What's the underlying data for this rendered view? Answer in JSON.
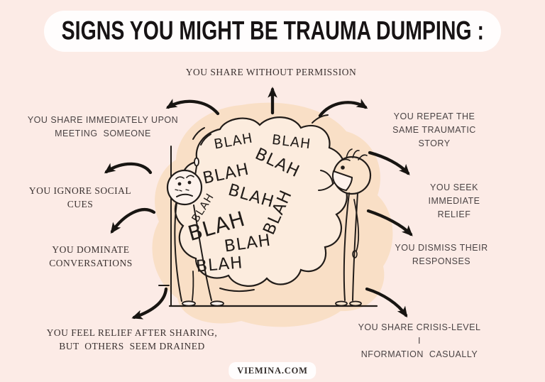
{
  "header": {
    "title": "SIGNS YOU MIGHT BE TRAUMA DUMPING :"
  },
  "signs": [
    {
      "id": "share-without-permission",
      "label": "YOU SHARE WITHOUT PERMISSION"
    },
    {
      "id": "share-immediately-upon-meeting",
      "label": "YOU SHARE IMMEDIATELY UPON\nMEETING  SOMEONE"
    },
    {
      "id": "repeat-same-traumatic-story",
      "label": "YOU REPEAT THE SAME TRAUMATIC\nSTORY"
    },
    {
      "id": "ignore-social-cues",
      "label": "YOU IGNORE SOCIAL\nCUES"
    },
    {
      "id": "seek-immediate-relief",
      "label": "YOU SEEK IMMEDIATE\nRELIEF"
    },
    {
      "id": "dominate-conversations",
      "label": "YOU DOMINATE\nCONVERSATIONS"
    },
    {
      "id": "dismiss-their-responses",
      "label": "YOU DISMISS THEIR\nRESPONSES"
    },
    {
      "id": "relief-but-others-drained",
      "label": "YOU FEEL RELIEF AFTER SHARING,\nBUT  OTHERS  SEEM DRAINED"
    },
    {
      "id": "crisis-level-info-casually",
      "label": "YOU SHARE CRISIS-LEVEL  I\nNFORMATION  CASUALLY"
    }
  ],
  "bubble": {
    "words": [
      "BLAH",
      "BLAH",
      "BLAH",
      "BLAH",
      "BLAH",
      "BLAH",
      "BLAH",
      "BLAH",
      "BLAH",
      "BLAH"
    ]
  },
  "footer": {
    "site": "VIEMINA.COM"
  },
  "colors": {
    "background": "#fcebe6",
    "banner": "#fffdfd",
    "title_text": "#171314",
    "serif_label_text": "#3a3130",
    "sans_label_text": "#4a4344",
    "ink": "#211c19",
    "blob": "#f9dfc6",
    "speaker_head": "#fae3cb",
    "listener_head": "#fdf2ec"
  }
}
